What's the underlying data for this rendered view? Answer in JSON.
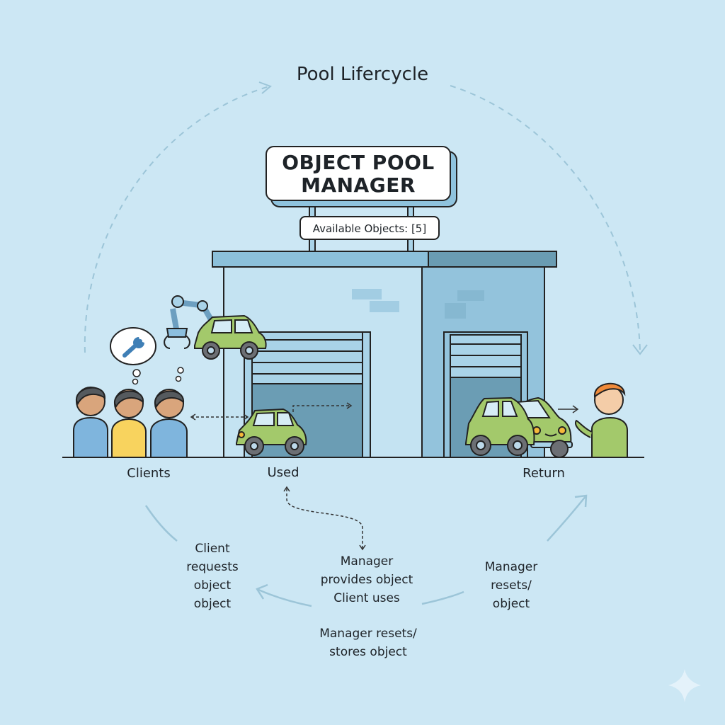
{
  "title": "Pool Lifercycle",
  "sign": {
    "line1": "OBJECT POOL",
    "line2": "MANAGER"
  },
  "badge": "Available Objects: [5]",
  "stages": {
    "clients": "Clients",
    "used": "Used",
    "return": "Return"
  },
  "captions": {
    "left": [
      "Client",
      "requests",
      "object",
      "object"
    ],
    "center": [
      "Manager",
      "provides object",
      "Client uses"
    ],
    "bottom": [
      "Manager resets/",
      "stores object"
    ],
    "right": [
      "Manager",
      "resets/",
      "object"
    ]
  },
  "colors": {
    "background": "#cce7f4",
    "building": "#c4e3f2",
    "building_dark": "#93c3dc",
    "roof": "#8cc0da",
    "roof_dark": "#6a9cb2",
    "door_dark": "#6b9db4",
    "car": "#a3c96b",
    "shirt_blue": "#7fb5dd",
    "shirt_yellow": "#f8d35e",
    "shirt_green": "#a3c96b",
    "arrow": "#9cc5d8"
  },
  "icons": [
    "wrench-icon",
    "robot-arm-icon",
    "sparkle-icon"
  ]
}
